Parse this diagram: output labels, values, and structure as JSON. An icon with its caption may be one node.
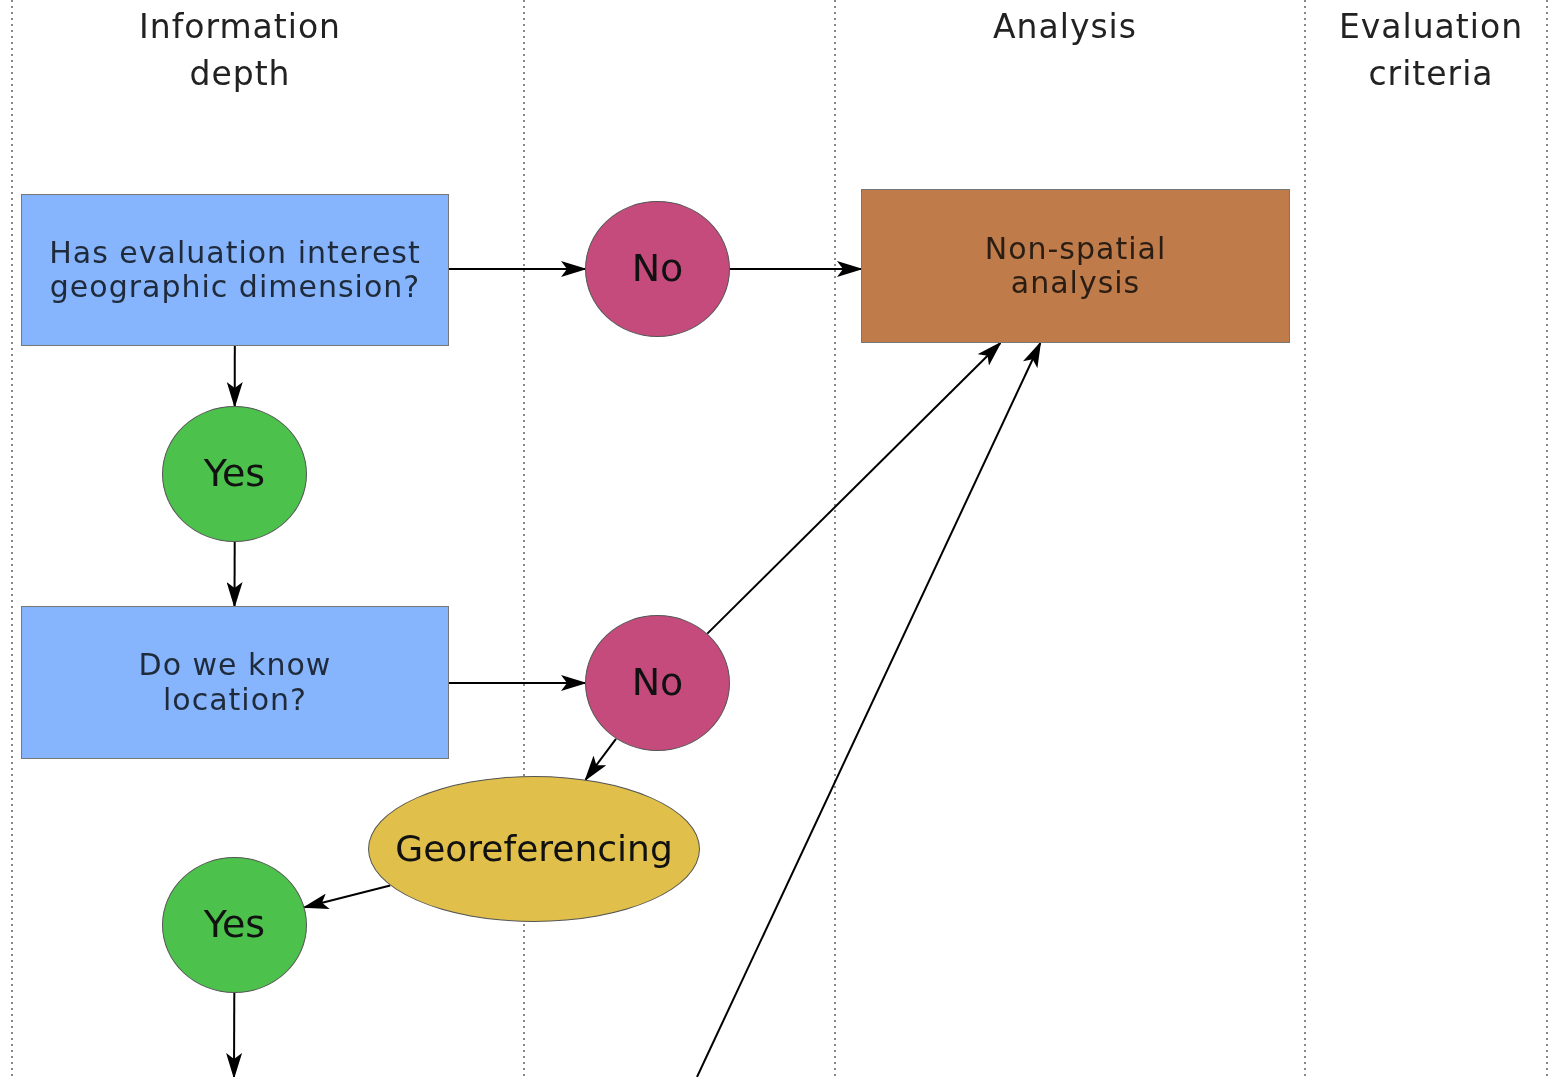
{
  "diagram": {
    "nodes": [
      {
        "text": [
          "Has evaluation interest geographic dimension?"
        ]
      },
      {
        "text": [
          "No"
        ]
      },
      {
        "text": [
          "Non-spatial analysis"
        ]
      },
      {
        "text": [
          "Yes"
        ]
      },
      {
        "text": [
          "Do we know location?"
        ]
      },
      {
        "text": [
          "No"
        ]
      },
      {
        "text": [
          "Georeferencing"
        ]
      },
      {
        "text": [
          "Yes"
        ]
      }
    ],
    "edges": [
      {
        "from": 0,
        "to": 1,
        "arrow": "to"
      },
      {
        "from": 1,
        "to": 2,
        "arrow": "to"
      },
      {
        "from": 0,
        "to": 3,
        "arrow": "to"
      },
      {
        "from": 3,
        "to": 4,
        "arrow": "to"
      },
      {
        "from": 4,
        "to": 5,
        "arrow": "to"
      },
      {
        "from": 5,
        "to": 2,
        "arrow": "to"
      },
      {
        "from": 5,
        "to": 6,
        "arrow": "to"
      },
      {
        "from": 6,
        "to": 7,
        "arrow": "to"
      },
      {
        "from": 7,
        "to": null,
        "arrow": "to"
      },
      {
        "from": null,
        "to": 2,
        "arrow": "to"
      }
    ],
    "labels": [
      "Information depth",
      "Analysis",
      "Evaluation criteria"
    ]
  }
}
